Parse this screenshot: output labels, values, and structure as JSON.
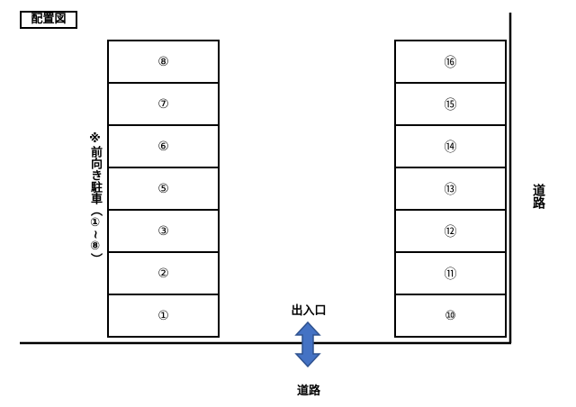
{
  "title": "配置図",
  "left_slots": [
    "⑧",
    "⑦",
    "⑥",
    "⑤",
    "③",
    "②",
    "①"
  ],
  "right_slots": [
    "⑯",
    "⑮",
    "⑭",
    "⑬",
    "⑫",
    "⑪",
    "⑩"
  ],
  "note": "※前向き駐車（①~⑧）",
  "road_right_label": "道路",
  "entrance_label": "出入口",
  "road_bottom_label": "道路",
  "colors": {
    "line": "#000000",
    "arrow_fill": "#4472c4",
    "arrow_stroke": "#2f528f"
  }
}
